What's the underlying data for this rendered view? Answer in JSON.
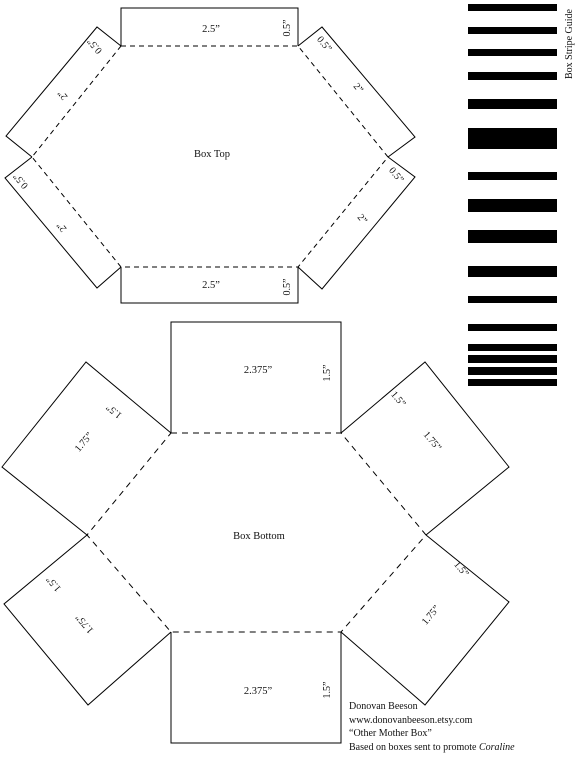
{
  "box_top": {
    "title": "Box Top",
    "labels": {
      "flap_top_length": "2.5”",
      "flap_top_depth": "0.5”",
      "flap_bottom_length": "2.5”",
      "flap_bottom_depth": "0.5”",
      "upper_left_depth": "0.5”",
      "upper_left_length": "2”",
      "upper_right_depth": "0.5”",
      "upper_right_length": "2”",
      "lower_left_depth": "0.5”",
      "lower_left_length": "2”",
      "lower_right_depth": "0.5”",
      "lower_right_length": "2”"
    }
  },
  "box_bottom": {
    "title": "Box Bottom",
    "labels": {
      "flap_top_length": "2.375”",
      "flap_top_depth": "1.5”",
      "flap_bottom_length": "2.375”",
      "flap_bottom_depth": "1.5”",
      "upper_left_depth": "1.5”",
      "upper_left_length": "1.75”",
      "upper_right_depth": "1.5”",
      "upper_right_length": "1.75”",
      "lower_left_depth": "1.5”",
      "lower_left_length": "1.75”",
      "lower_right_depth": "1.5”",
      "lower_right_length": "1.75”"
    }
  },
  "stripe_guide": {
    "title": "Box Stripe Guide",
    "color": "#000000"
  },
  "credits": {
    "line1": "Donovan Beeson",
    "line2": "www.donovanbeeson.etsy.com",
    "line3": "“Other Mother Box”",
    "line4_prefix": "Based on boxes sent to promote ",
    "line4_italic": "Coraline"
  }
}
